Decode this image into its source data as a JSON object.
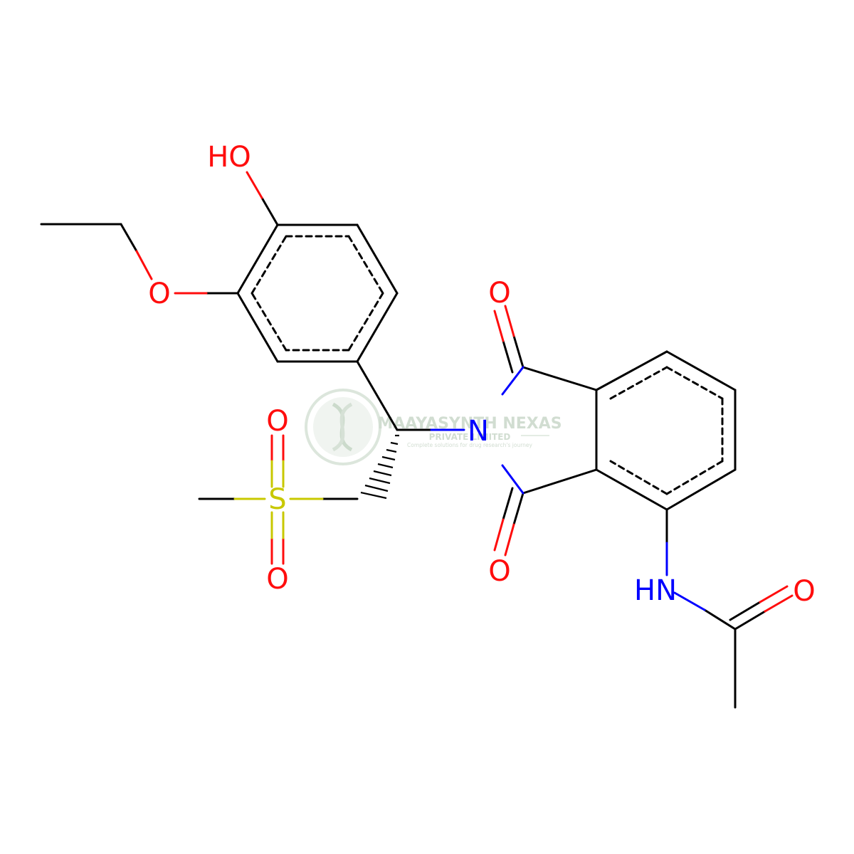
{
  "molecule": {
    "atoms": {
      "hydroxyl": "HO",
      "ether_oxygen": "O",
      "sulfonyl_oxygen_top": "O",
      "sulfur": "S",
      "sulfonyl_oxygen_bottom": "O",
      "imide_nitrogen": "N",
      "carbonyl_oxygen_top": "O",
      "carbonyl_oxygen_bottom": "O",
      "amide_nh": "HN",
      "amide_oxygen": "O"
    },
    "colors": {
      "carbon": "#000000",
      "oxygen": "#ff0d0d",
      "nitrogen": "#0000ff",
      "sulfur": "#c8c800"
    }
  },
  "watermark": {
    "name": "MAAYASYNTH NEXAS",
    "subtitle": "PRIVATE LIMITED",
    "tagline": "Complete solutions for drug research's journey",
    "color": "#c9d8c9"
  }
}
